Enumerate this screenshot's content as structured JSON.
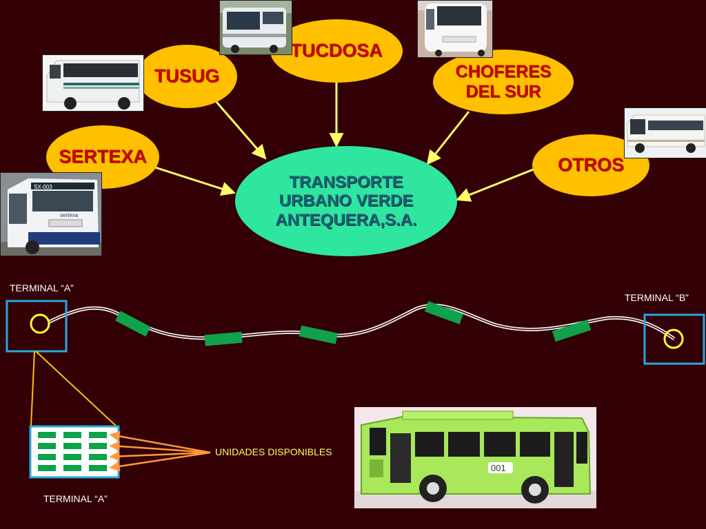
{
  "nodes": {
    "tucdosa": "TUCDOSA",
    "tusug": "TUSUG",
    "choferes_line1": "CHOFERES",
    "choferes_line2": "DEL SUR",
    "sertexa": "SERTEXA",
    "otros": "OTROS",
    "center_line1": "TRANSPORTE",
    "center_line2": "URBANO VERDE",
    "center_line3": "ANTEQUERA,S.A."
  },
  "labels": {
    "terminal_a_top": "TERMINAL “A”",
    "terminal_b": "TERMINAL “B”",
    "unidades": "UNIDADES DISPONIBLES",
    "terminal_a_bottom": "TERMINAL “A”"
  },
  "photos": {
    "bus_number": "001",
    "sertexa_plate": "SX-003",
    "sertexa_brand": "sertexa"
  },
  "colors": {
    "background": "#330005",
    "oval": "#ffc000",
    "oval_text": "#cc0000",
    "center_oval": "#2ee6a0",
    "center_text": "#1f5c7a",
    "arrow": "#ffff66",
    "terminal_border": "#2aa8e0",
    "bus_segment": "#0fa24a",
    "route_line": "#dddddd",
    "orange_arrows": "#ff9a3c"
  }
}
